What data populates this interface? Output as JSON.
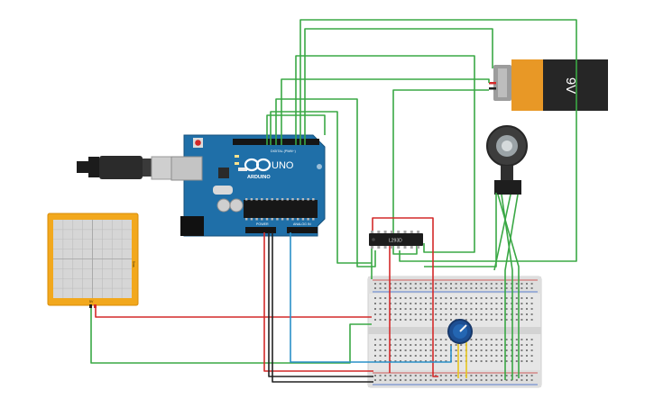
{
  "circuit": {
    "arduino": {
      "brand": "ARDUINO",
      "model": "UNO",
      "header_digital": "DIGITAL (PWM~)",
      "header_power": "POWER",
      "header_analog": "ANALOG IN"
    },
    "driver_ic": {
      "label": "L293D"
    },
    "battery": {
      "label": "9V"
    },
    "oscilloscope": {
      "side_label": "5ms",
      "bottom_label": "5V"
    },
    "colors": {
      "wire_green": "#3aa845",
      "wire_red": "#d42a2a",
      "wire_black": "#222222",
      "wire_blue": "#2a90c8",
      "wire_yellow": "#e8c61c",
      "board_blue": "#1f6fa8",
      "scope_frame": "#f2a81d",
      "breadboard": "#e6e6e6"
    }
  }
}
